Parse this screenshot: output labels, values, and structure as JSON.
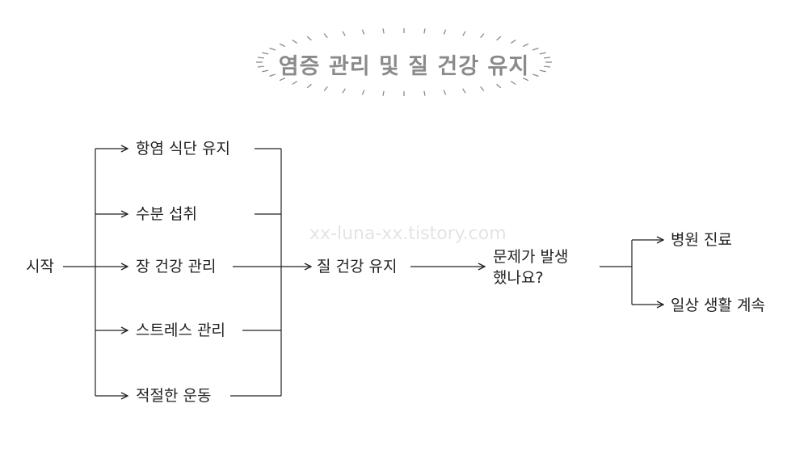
{
  "title": "염증 관리 및 질 건강 유지",
  "watermark": "xx-luna-xx.tistory.com",
  "nodes": {
    "start": "시작",
    "branch1": "항염 식단 유지",
    "branch2": "수분 섭취",
    "branch3": "장 건강 관리",
    "branch4": "스트레스 관리",
    "branch5": "적절한 운동",
    "merge": "질 건강 유지",
    "question_line1": "문제가 발생",
    "question_line2": "했나요?",
    "yes_outcome": "병원 진료",
    "no_outcome": "일상 생활 계속"
  },
  "colors": {
    "title": "#8a8a8a",
    "line": "#222222",
    "watermark": "#e4e4e4"
  }
}
